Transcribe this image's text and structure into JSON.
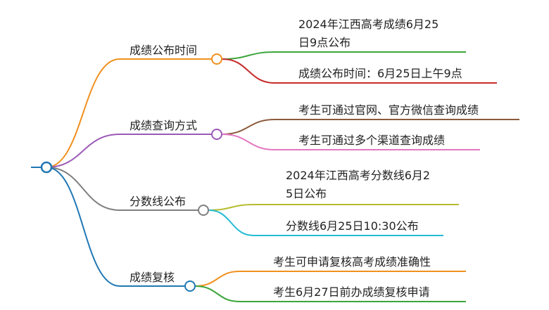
{
  "mindmap": {
    "root": {
      "label": ""
    },
    "branches": [
      {
        "label": "成绩公布时间",
        "color": "#f0901e",
        "children": [
          {
            "lines": [
              "2024年江西高考成绩6月25",
              "日9点公布"
            ],
            "color": "#3aa53a"
          },
          {
            "lines": [
              "成绩公布时间：6月25日上午9点"
            ],
            "color": "#c62c2c"
          }
        ]
      },
      {
        "label": "成绩查询方式",
        "color": "#9b59b6",
        "children": [
          {
            "lines": [
              "考生可通过官网、官方微信查询成绩"
            ],
            "color": "#8b5a3c"
          },
          {
            "lines": [
              "考生可通过多个渠道查询成绩"
            ],
            "color": "#e377c2"
          }
        ]
      },
      {
        "label": "分数线公布",
        "color": "#7f7f7f",
        "children": [
          {
            "lines": [
              "2024年江西高考分数线6月2",
              "5日公布"
            ],
            "color": "#b5bd2e"
          },
          {
            "lines": [
              "分数线6月25日10:30公布"
            ],
            "color": "#26bcd3"
          }
        ]
      },
      {
        "label": "成绩复核",
        "color": "#1f77b4",
        "children": [
          {
            "lines": [
              "考生可申请复核高考成绩准确性"
            ],
            "color": "#f0901e"
          },
          {
            "lines": [
              "考生6月27日前办成绩复核申请"
            ],
            "color": "#3aa53a"
          }
        ]
      }
    ]
  },
  "colors": {
    "root": "#1f77b4",
    "text": "#222222"
  }
}
